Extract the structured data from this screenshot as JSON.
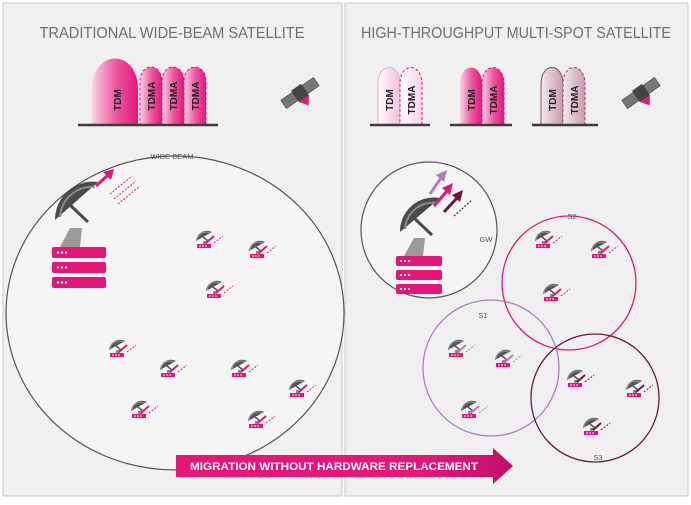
{
  "titles": {
    "left": "TRADITIONAL WIDE-BEAM SATELLITE",
    "right": "HIGH-THROUGHPUT MULTI-SPOT SATELLITE"
  },
  "left_carriers": [
    "TDM",
    "TDMA",
    "TDMA",
    "TDMA"
  ],
  "right_carriers": {
    "group1": [
      "TDM",
      "TDMA"
    ],
    "group2": [
      "TDM",
      "TDMA"
    ],
    "group3": [
      "TDM",
      "TDMA"
    ]
  },
  "beam_labels": {
    "wide": "WIDE BEAM",
    "gateway": "GW",
    "s1": "S1",
    "s2": "S2",
    "s3": "S3"
  },
  "arrow_label": "MIGRATION WITHOUT HARDWARE REPLACEMENT",
  "colors": {
    "magenta": "#e5157a",
    "light_pink": "#f7c3de",
    "lilac": "#b07cc0",
    "plum": "#6b1540",
    "panel": "#f0f0f0",
    "title": "#6f6f6f"
  }
}
